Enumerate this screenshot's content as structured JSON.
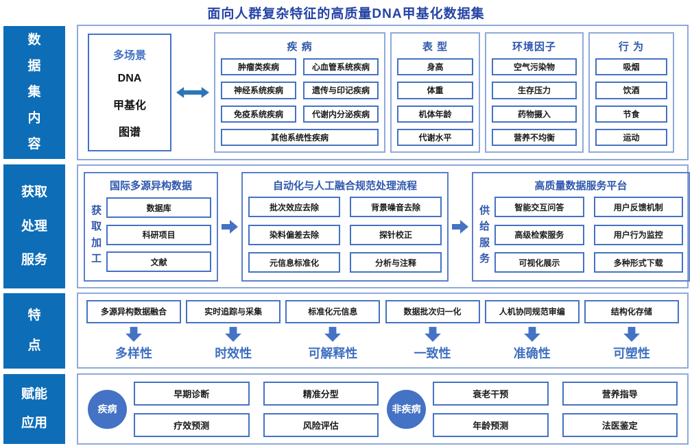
{
  "title": "面向人群复杂特征的高质量DNA甲基化数据集",
  "colors": {
    "sidebar_blue": "#0D6DB7",
    "title_blue": "#2543A6",
    "header_blue": "#2E57AC",
    "accent_blue": "#4472C4",
    "double_arrow_blue": "#2E75B6",
    "light_border_blue": "#8EA9DB"
  },
  "sidebar": {
    "items": [
      {
        "label": "数据集内容"
      },
      {
        "label": "获取处理服务"
      },
      {
        "label": "特点"
      },
      {
        "label": "赋能应用"
      }
    ]
  },
  "row1": {
    "atlas": {
      "lines": [
        "多场景",
        "DNA",
        "甲基化",
        "图谱"
      ]
    },
    "groups": [
      {
        "title": "疾 病",
        "items": [
          "肿瘤类疾病",
          "心血管系统疾病",
          "神经系统疾病",
          "遗传与印记疾病",
          "免疫系统疾病",
          "代谢内分泌疾病",
          "其他系统性疾病"
        ]
      },
      {
        "title": "表 型",
        "items": [
          "身高",
          "体重",
          "机体年龄",
          "代谢水平"
        ]
      },
      {
        "title": "环境因子",
        "items": [
          "空气污染物",
          "生存压力",
          "药物摄入",
          "营养不均衡"
        ]
      },
      {
        "title": "行 为",
        "items": [
          "吸烟",
          "饮酒",
          "节食",
          "运动"
        ]
      }
    ]
  },
  "row2": {
    "source": {
      "title": "国际多源异构数据",
      "side_label": "获取加工",
      "items": [
        "数据库",
        "科研项目",
        "文献"
      ]
    },
    "process": {
      "title": "自动化与人工融合规范处理流程",
      "items": [
        "批次效应去除",
        "背景噪音去除",
        "染料偏差去除",
        "探针校正",
        "元信息标准化",
        "分析与注释"
      ]
    },
    "platform": {
      "title": "高质量数据服务平台",
      "side_label": "供给服务",
      "items": [
        "智能交互问答",
        "用户反馈机制",
        "高级检索服务",
        "用户行为监控",
        "可视化展示",
        "多种形式下载"
      ]
    }
  },
  "row3": {
    "features": [
      {
        "source": "多源异构数据融合",
        "label": "多样性"
      },
      {
        "source": "实时追踪与采集",
        "label": "时效性"
      },
      {
        "source": "标准化元信息",
        "label": "可解释性"
      },
      {
        "source": "数据批次归一化",
        "label": "一致性"
      },
      {
        "source": "人机协同规范审编",
        "label": "准确性"
      },
      {
        "source": "结构化存储",
        "label": "可塑性"
      }
    ]
  },
  "row4": {
    "disease": {
      "label": "疾病",
      "items": [
        "早期诊断",
        "精准分型",
        "疗效预测",
        "风险评估"
      ]
    },
    "nondisease": {
      "label": "非疾病",
      "items": [
        "衰老干预",
        "营养指导",
        "年龄预测",
        "法医鉴定"
      ]
    }
  }
}
